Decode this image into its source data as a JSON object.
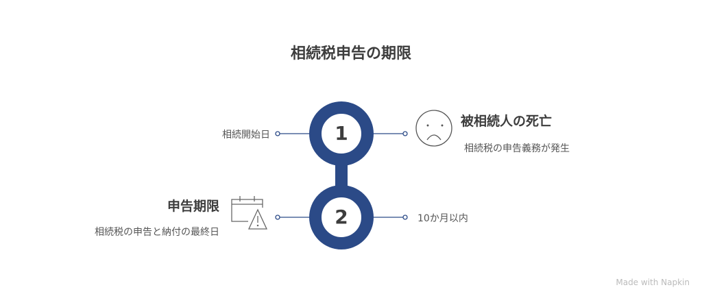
{
  "title": "相続税申告の期限",
  "steps": [
    {
      "number": "1",
      "left_label": "相続開始日",
      "heading": "被相続人の死亡",
      "description": "相続税の申告義務が発生",
      "icon": "sad-face-icon"
    },
    {
      "number": "2",
      "right_label": "10か月以内",
      "heading": "申告期限",
      "description": "相続税の申告と納付の最終日",
      "icon": "calendar-warning-icon"
    }
  ],
  "colors": {
    "accent": "#2b4a87"
  },
  "watermark": "Made with Napkin"
}
